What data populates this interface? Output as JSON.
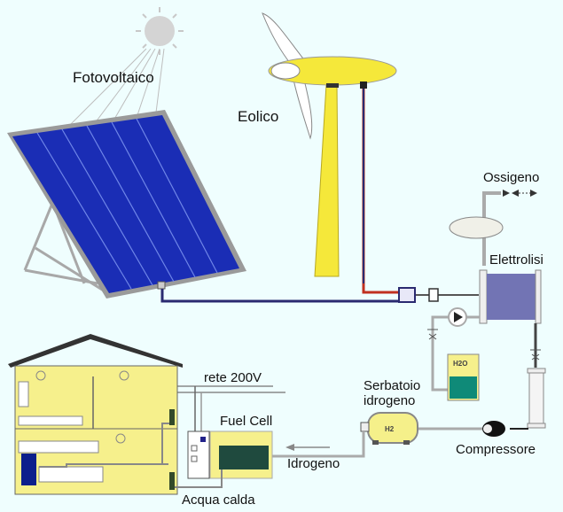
{
  "labels": {
    "photovoltaic": "Fotovoltaico",
    "wind": "Eolico",
    "oxygen": "Ossigeno",
    "electrolysis": "Elettrolisi",
    "hydrogen_tank_line1": "Serbatoio",
    "hydrogen_tank_line2": "idrogeno",
    "compressor": "Compressore",
    "grid": "rete 200V",
    "fuel_cell": "Fuel Cell",
    "hydrogen": "Idrogeno",
    "hot_water": "Acqua calda",
    "water_tank": "H2O",
    "h2_tank": "H2"
  },
  "colors": {
    "background": "#effefe",
    "panel_blue": "#1a2db5",
    "turbine_yellow": "#f5e83a",
    "house_yellow": "#f6f08c",
    "electrolyzer": "#7274b4",
    "wire_navy": "#2a2a70",
    "wire_red": "#c03020",
    "water_teal": "#0f8a78",
    "fuel_cell_panel": "#1f4a3e"
  }
}
